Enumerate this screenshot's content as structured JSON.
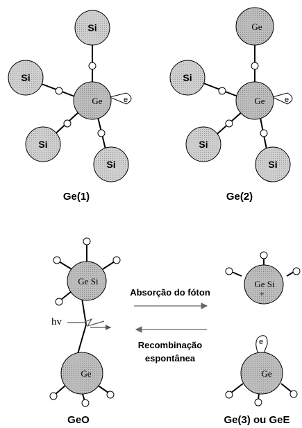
{
  "atoms": {
    "si": "Si",
    "ge": "Ge",
    "ge_si": "Ge Si",
    "electron": "e",
    "plus": "+"
  },
  "captions": {
    "ge1": "Ge(1)",
    "ge2": "Ge(2)",
    "geo": "GeO",
    "ge3": "Ge(3) ou GeE"
  },
  "arrows": {
    "absorption": "Absorção do fóton",
    "recombination_line1": "Recombinação",
    "recombination_line2": "espontânea"
  },
  "photon": {
    "label": "hv"
  },
  "colors": {
    "sphere_fill": "#c8c8c8",
    "ge_fill": "#b4b4b4",
    "outline": "#000000",
    "arrow": "#666666"
  }
}
